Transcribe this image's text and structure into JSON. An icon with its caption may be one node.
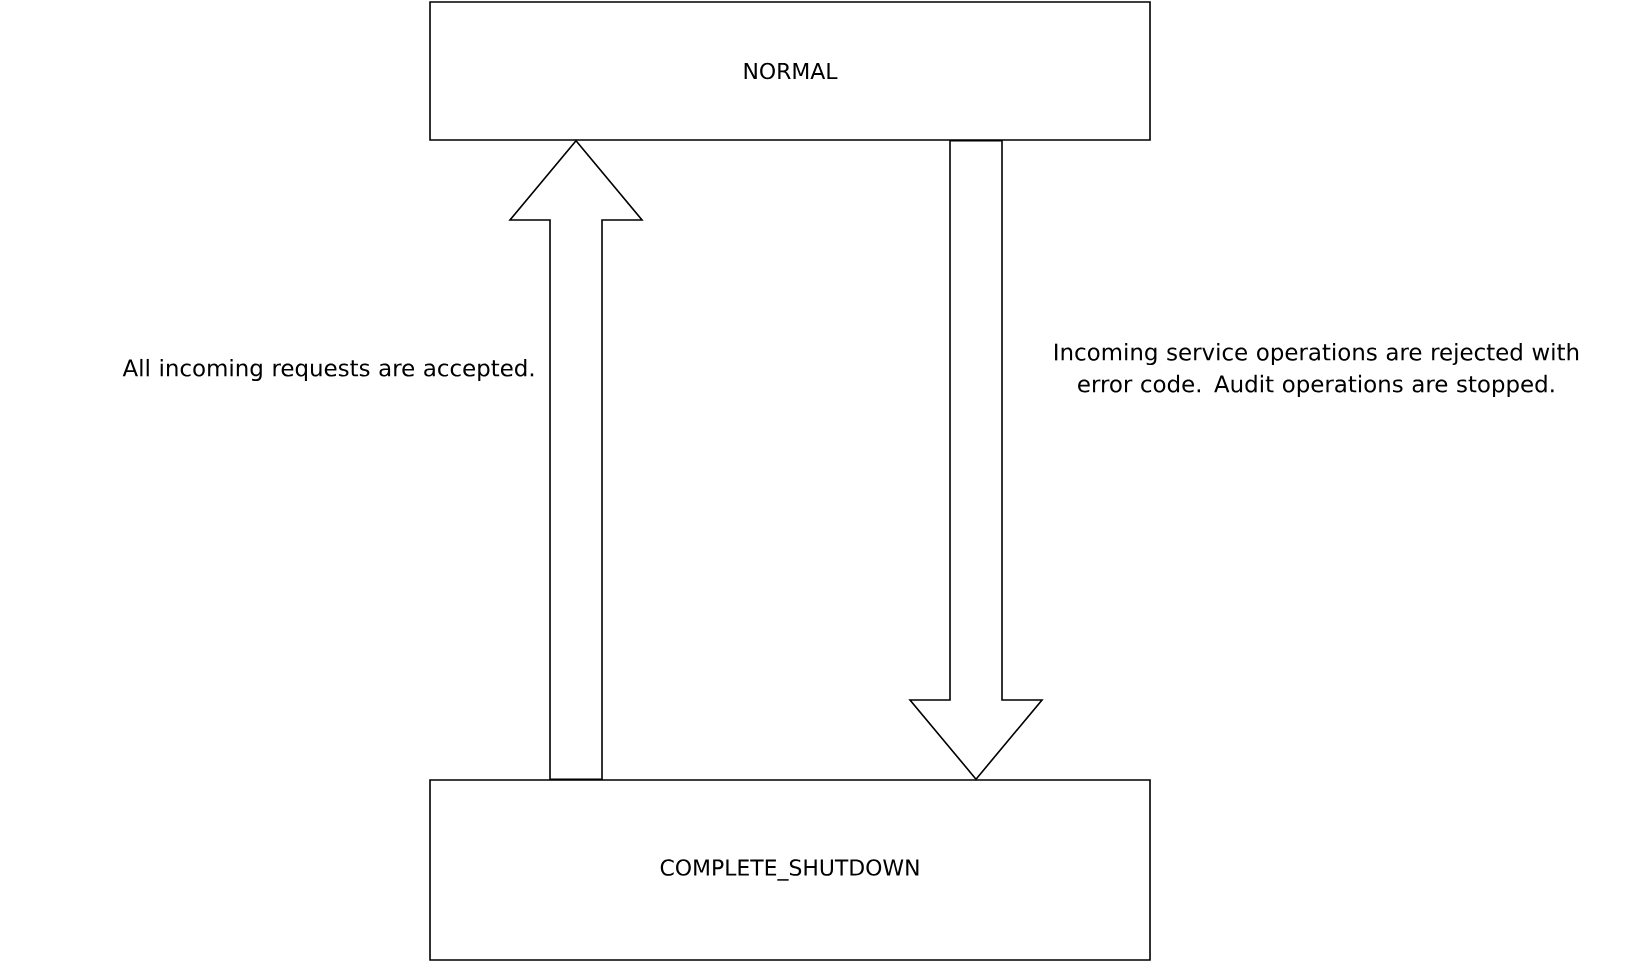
{
  "diagram": {
    "nodes": [
      {
        "text": [
          "NORMAL"
        ]
      },
      {
        "text": [
          "COMPLETE_SHUTDOWN"
        ]
      }
    ],
    "edges": [
      {
        "from": 1,
        "to": 0,
        "arrow": "to",
        "label": "All incoming requests are accepted."
      },
      {
        "from": 0,
        "to": 1,
        "arrow": "to",
        "label": "Incoming service operations are rejected with error code. Audit operations are stopped."
      }
    ]
  }
}
